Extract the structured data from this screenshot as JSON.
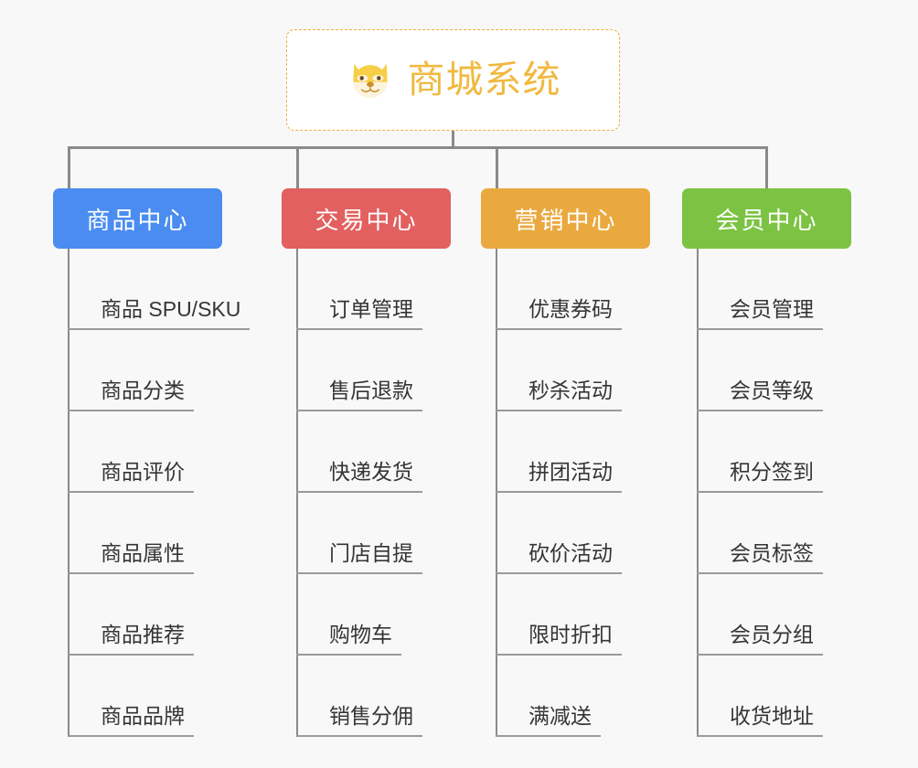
{
  "root": {
    "icon": "dog-face-emoji",
    "title": "商城系统"
  },
  "colors": {
    "background": "#f8f8f8",
    "root_border": "#edad3d",
    "root_text": "#f0b93f",
    "connector": "#8a8a8a",
    "leaf_text": "#353535",
    "leaf_rule": "#9a9a9a"
  },
  "columns": [
    {
      "title": "商品中心",
      "color": "#4a8cf0",
      "items": [
        "商品 SPU/SKU",
        "商品分类",
        "商品评价",
        "商品属性",
        "商品推荐",
        "商品品牌"
      ]
    },
    {
      "title": "交易中心",
      "color": "#e2605f",
      "items": [
        "订单管理",
        "售后退款",
        "快递发货",
        "门店自提",
        "购物车",
        "销售分佣"
      ]
    },
    {
      "title": "营销中心",
      "color": "#eaa93f",
      "items": [
        "优惠券码",
        "秒杀活动",
        "拼团活动",
        "砍价活动",
        "限时折扣",
        "满减送"
      ]
    },
    {
      "title": "会员中心",
      "color": "#7cc343",
      "items": [
        "会员管理",
        "会员等级",
        "积分签到",
        "会员标签",
        "会员分组",
        "收货地址"
      ]
    }
  ],
  "layout": {
    "column_left": [
      58,
      308,
      526,
      746
    ],
    "leaf_rule_y": [
      355,
      444,
      533,
      622,
      711,
      800
    ]
  }
}
